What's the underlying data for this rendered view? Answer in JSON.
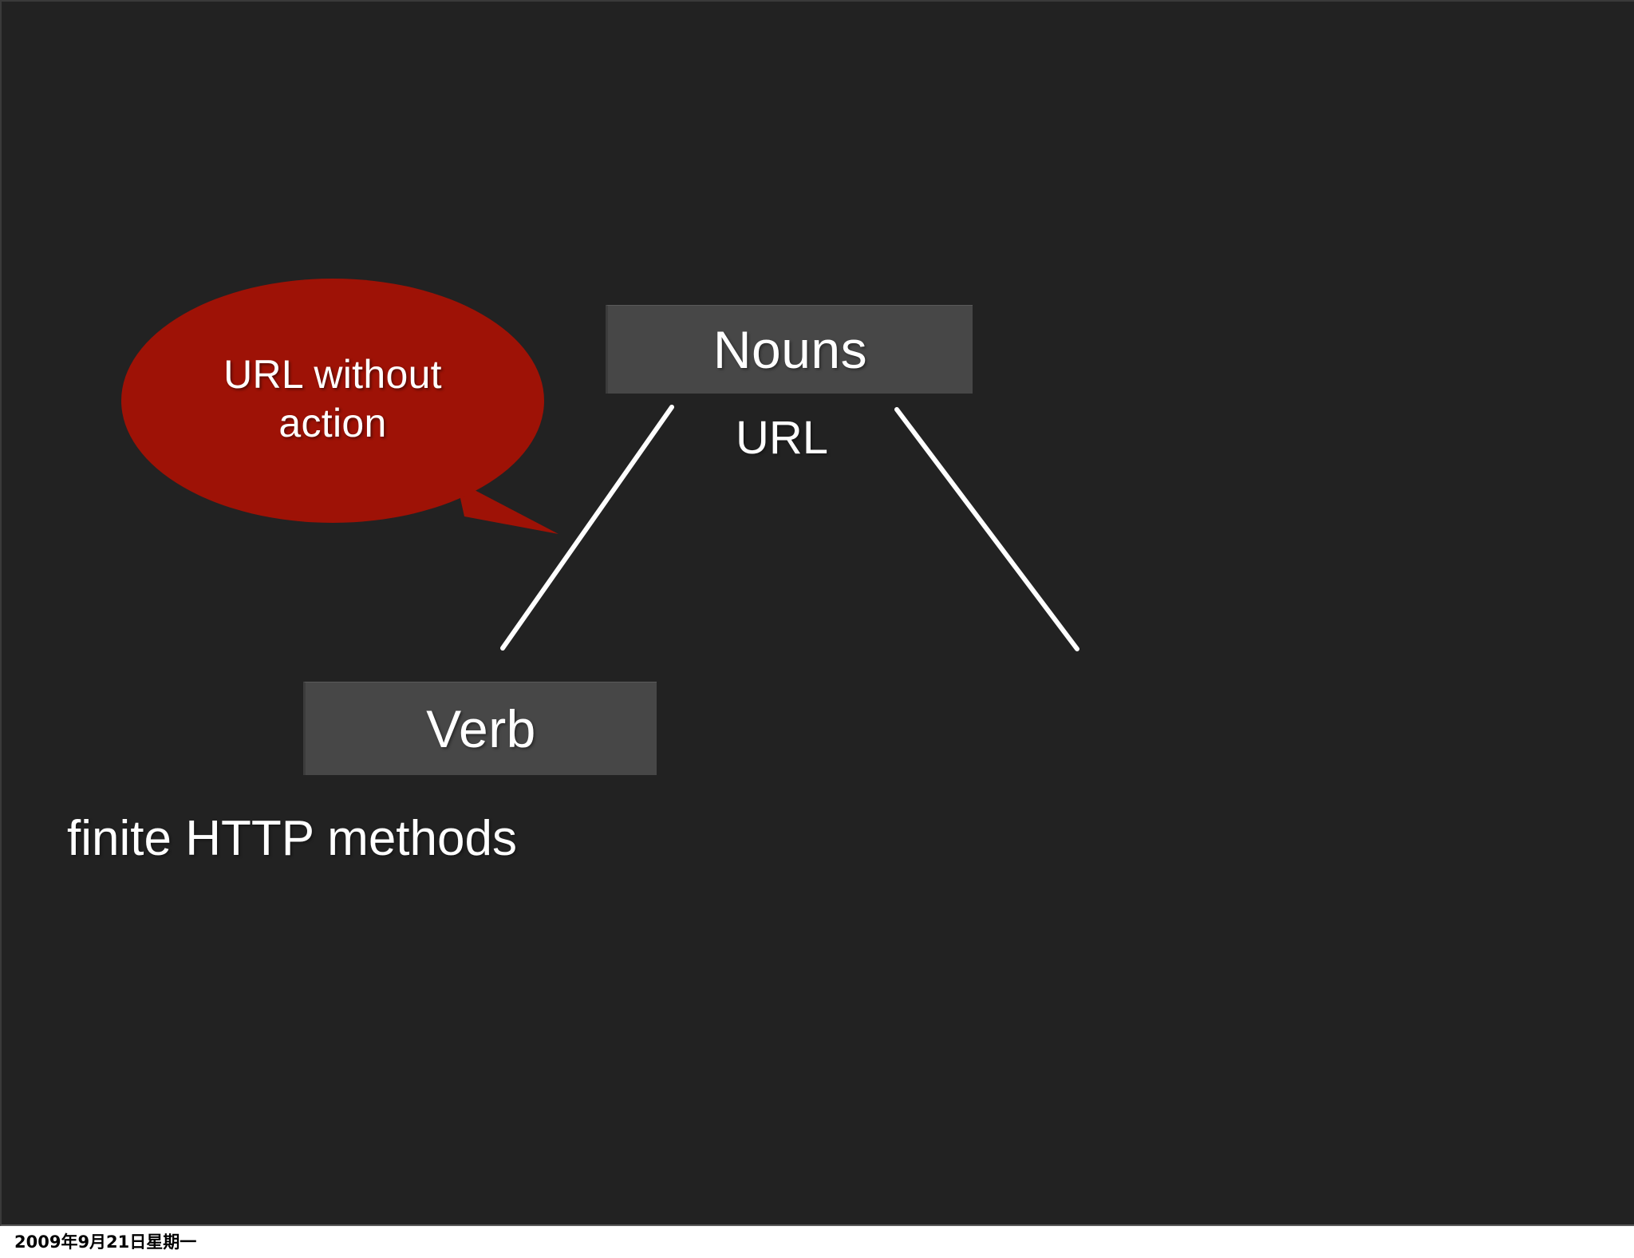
{
  "slide": {
    "background_color": "#222222",
    "footer_background_color": "#ffffff",
    "callout": {
      "shape": "speech-bubble-ellipse",
      "fill_color": "#9e1206",
      "text_color": "#ffffff",
      "lines": [
        "URL without",
        "action"
      ]
    },
    "nodes": [
      {
        "id": "nouns",
        "label": "Nouns",
        "box_color": "#474747",
        "text_color": "#ffffff"
      },
      {
        "id": "verb",
        "label": "Verb",
        "box_color": "#474747",
        "text_color": "#ffffff"
      }
    ],
    "captions": [
      {
        "id": "url",
        "text": "URL"
      },
      {
        "id": "finite-http-methods",
        "text": "finite HTTP methods"
      }
    ],
    "connectors": {
      "color": "#ffffff",
      "count": 2
    }
  },
  "footer": {
    "date": "2009年9月21日星期一"
  }
}
